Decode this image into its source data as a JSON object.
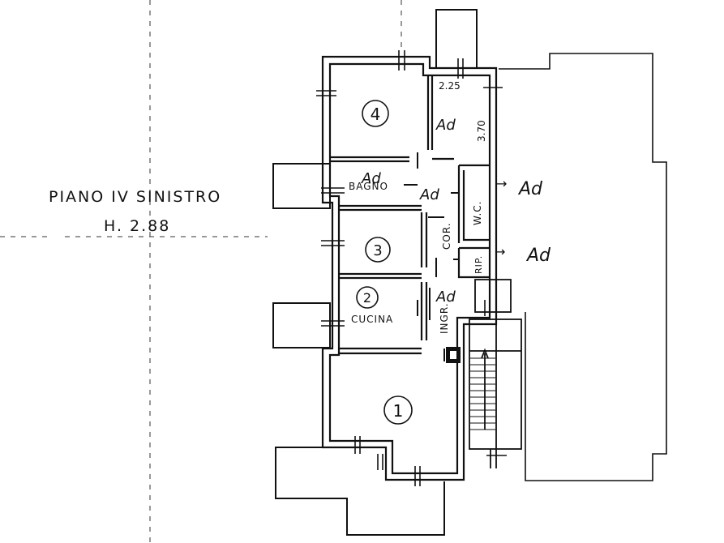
{
  "floor": {
    "title": "PIANO IV SINISTRO",
    "height": "H. 2.88"
  },
  "rooms": {
    "room_4": "4",
    "room_3": "3",
    "room_2": "2",
    "room_1": "1",
    "bagno": "BAGNO",
    "cucina": "CUCINA",
    "cor": "COR.",
    "wc": "W.C.",
    "rip": "RIP.",
    "ingr": "INGR."
  },
  "dimensions": {
    "width": "2.25",
    "length": "3.70"
  },
  "annotations": {
    "mark_1": "Ad",
    "mark_2": "Ad",
    "mark_3": "Ad",
    "mark_4": "Ad",
    "mark_5": "Ad",
    "mark_6": "Ad",
    "arrow_1": "→",
    "arrow_2": "→"
  },
  "colors": {
    "ink": "#111111",
    "paper": "#ffffff"
  }
}
